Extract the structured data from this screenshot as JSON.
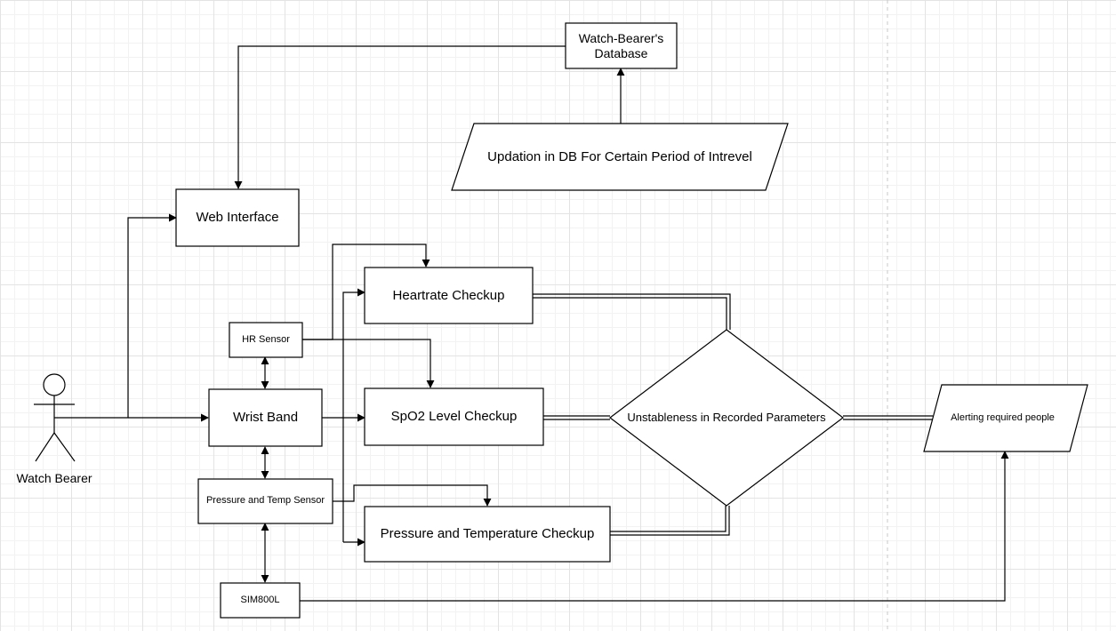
{
  "nodes": {
    "database": "Watch-Bearer's Database",
    "updation": "Updation in DB For Certain Period of Intrevel",
    "web_interface": "Web Interface",
    "heartrate": "Heartrate Checkup",
    "hr_sensor": "HR Sensor",
    "wrist_band": "Wrist Band",
    "spo2": "SpO2 Level Checkup",
    "decision": "Unstableness in Recorded Parameters",
    "alerting": "Alerting required people",
    "pressure_sensor": "Pressure and Temp Sensor",
    "pressure_checkup": "Pressure and Temperature Checkup",
    "sim": "SIM800L",
    "actor": "Watch Bearer"
  },
  "colors": {
    "stroke": "#000000",
    "fill": "#ffffff",
    "divider": "#c8c8c8"
  }
}
